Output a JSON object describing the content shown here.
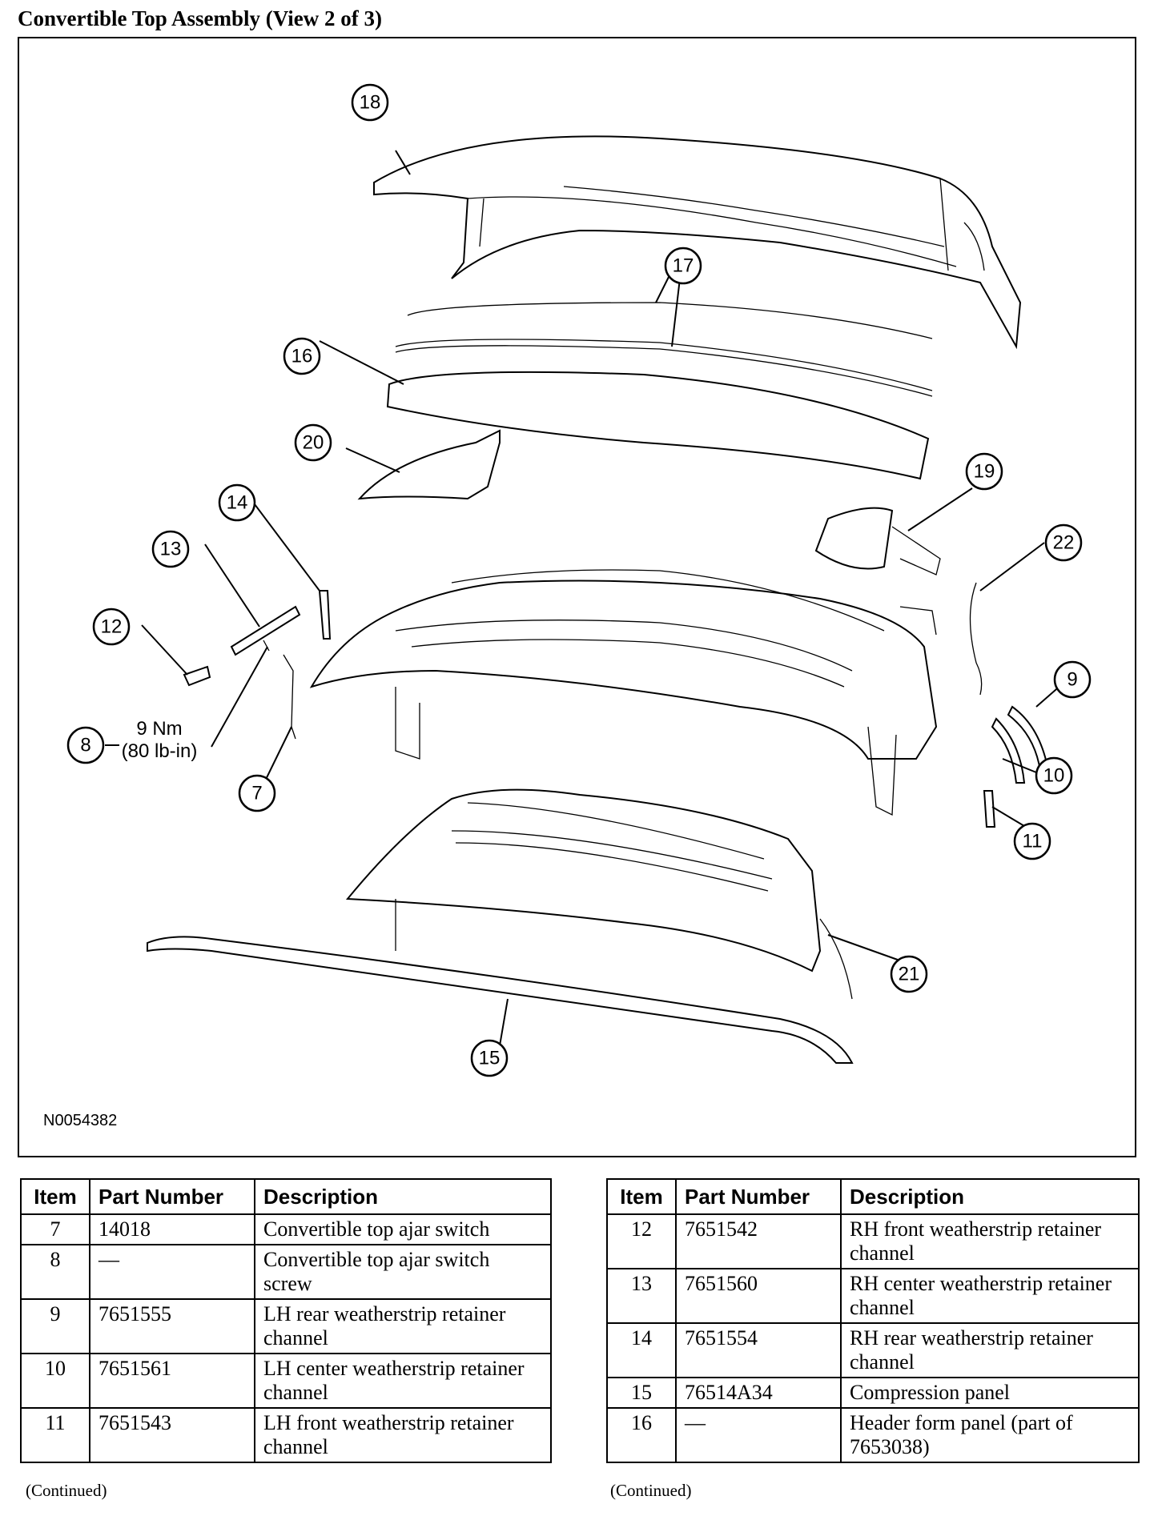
{
  "title": "Convertible Top Assembly (View 2 of 3)",
  "figure": {
    "figure_id": "N0054382",
    "torque_value": "9 Nm",
    "torque_imperial": "(80 lb-in)",
    "callouts": [
      "18",
      "17",
      "16",
      "20",
      "19",
      "14",
      "13",
      "22",
      "12",
      "9",
      "8",
      "7",
      "10",
      "11",
      "21",
      "15"
    ]
  },
  "tables": {
    "headers": {
      "item": "Item",
      "part_number": "Part Number",
      "description": "Description"
    },
    "left": [
      {
        "item": "7",
        "part_number": "14018",
        "description": "Convertible top ajar switch"
      },
      {
        "item": "8",
        "part_number": "—",
        "description": "Convertible top ajar switch screw"
      },
      {
        "item": "9",
        "part_number": "7651555",
        "description": "LH rear weatherstrip retainer channel"
      },
      {
        "item": "10",
        "part_number": "7651561",
        "description": "LH center weatherstrip retainer channel"
      },
      {
        "item": "11",
        "part_number": "7651543",
        "description": "LH front weatherstrip retainer channel"
      }
    ],
    "right": [
      {
        "item": "12",
        "part_number": "7651542",
        "description": "RH front weatherstrip retainer channel"
      },
      {
        "item": "13",
        "part_number": "7651560",
        "description": "RH center weatherstrip retainer channel"
      },
      {
        "item": "14",
        "part_number": "7651554",
        "description": "RH rear weatherstrip retainer channel"
      },
      {
        "item": "15",
        "part_number": "76514A34",
        "description": "Compression panel"
      },
      {
        "item": "16",
        "part_number": "—",
        "description": "Header form panel (part of 7653038)"
      }
    ],
    "continued": "(Continued)"
  }
}
